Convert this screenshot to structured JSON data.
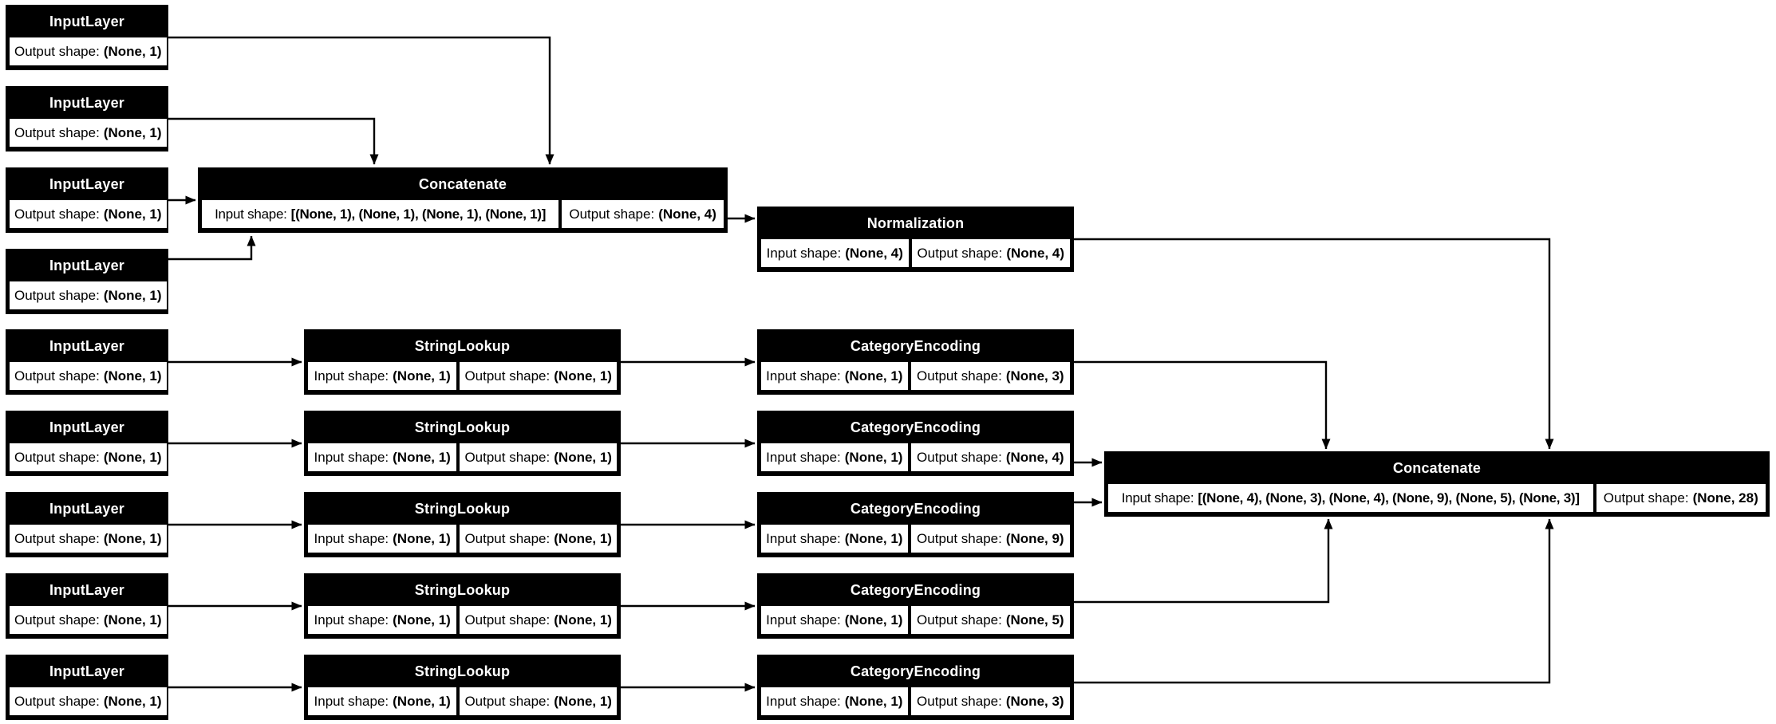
{
  "colors": {
    "background": "#ffffff",
    "node_fill": "#000000",
    "node_text": "#ffffff",
    "cell_fill": "#ffffff",
    "cell_text": "#000000",
    "edge": "#000000"
  },
  "nodes": {
    "inputs": [
      {
        "title": "InputLayer",
        "cells": [
          {
            "label": "Output shape:",
            "shape": "(None, 1)"
          }
        ]
      },
      {
        "title": "InputLayer",
        "cells": [
          {
            "label": "Output shape:",
            "shape": "(None, 1)"
          }
        ]
      },
      {
        "title": "InputLayer",
        "cells": [
          {
            "label": "Output shape:",
            "shape": "(None, 1)"
          }
        ]
      },
      {
        "title": "InputLayer",
        "cells": [
          {
            "label": "Output shape:",
            "shape": "(None, 1)"
          }
        ]
      },
      {
        "title": "InputLayer",
        "cells": [
          {
            "label": "Output shape:",
            "shape": "(None, 1)"
          }
        ]
      },
      {
        "title": "InputLayer",
        "cells": [
          {
            "label": "Output shape:",
            "shape": "(None, 1)"
          }
        ]
      },
      {
        "title": "InputLayer",
        "cells": [
          {
            "label": "Output shape:",
            "shape": "(None, 1)"
          }
        ]
      },
      {
        "title": "InputLayer",
        "cells": [
          {
            "label": "Output shape:",
            "shape": "(None, 1)"
          }
        ]
      },
      {
        "title": "InputLayer",
        "cells": [
          {
            "label": "Output shape:",
            "shape": "(None, 1)"
          }
        ]
      }
    ],
    "concat1": {
      "title": "Concatenate",
      "cells": [
        {
          "label": "Input shape:",
          "shape": "[(None, 1), (None, 1), (None, 1), (None, 1)]"
        },
        {
          "label": "Output shape:",
          "shape": "(None, 4)"
        }
      ]
    },
    "normalization": {
      "title": "Normalization",
      "cells": [
        {
          "label": "Input shape:",
          "shape": "(None, 4)"
        },
        {
          "label": "Output shape:",
          "shape": "(None, 4)"
        }
      ]
    },
    "string_lookups": [
      {
        "title": "StringLookup",
        "cells": [
          {
            "label": "Input shape:",
            "shape": "(None, 1)"
          },
          {
            "label": "Output shape:",
            "shape": "(None, 1)"
          }
        ]
      },
      {
        "title": "StringLookup",
        "cells": [
          {
            "label": "Input shape:",
            "shape": "(None, 1)"
          },
          {
            "label": "Output shape:",
            "shape": "(None, 1)"
          }
        ]
      },
      {
        "title": "StringLookup",
        "cells": [
          {
            "label": "Input shape:",
            "shape": "(None, 1)"
          },
          {
            "label": "Output shape:",
            "shape": "(None, 1)"
          }
        ]
      },
      {
        "title": "StringLookup",
        "cells": [
          {
            "label": "Input shape:",
            "shape": "(None, 1)"
          },
          {
            "label": "Output shape:",
            "shape": "(None, 1)"
          }
        ]
      },
      {
        "title": "StringLookup",
        "cells": [
          {
            "label": "Input shape:",
            "shape": "(None, 1)"
          },
          {
            "label": "Output shape:",
            "shape": "(None, 1)"
          }
        ]
      }
    ],
    "category_encodings": [
      {
        "title": "CategoryEncoding",
        "cells": [
          {
            "label": "Input shape:",
            "shape": "(None, 1)"
          },
          {
            "label": "Output shape:",
            "shape": "(None, 3)"
          }
        ]
      },
      {
        "title": "CategoryEncoding",
        "cells": [
          {
            "label": "Input shape:",
            "shape": "(None, 1)"
          },
          {
            "label": "Output shape:",
            "shape": "(None, 4)"
          }
        ]
      },
      {
        "title": "CategoryEncoding",
        "cells": [
          {
            "label": "Input shape:",
            "shape": "(None, 1)"
          },
          {
            "label": "Output shape:",
            "shape": "(None, 9)"
          }
        ]
      },
      {
        "title": "CategoryEncoding",
        "cells": [
          {
            "label": "Input shape:",
            "shape": "(None, 1)"
          },
          {
            "label": "Output shape:",
            "shape": "(None, 5)"
          }
        ]
      },
      {
        "title": "CategoryEncoding",
        "cells": [
          {
            "label": "Input shape:",
            "shape": "(None, 1)"
          },
          {
            "label": "Output shape:",
            "shape": "(None, 3)"
          }
        ]
      }
    ],
    "concat2": {
      "title": "Concatenate",
      "cells": [
        {
          "label": "Input shape:",
          "shape": "[(None, 4), (None, 3), (None, 4), (None, 9), (None, 5), (None, 3)]"
        },
        {
          "label": "Output shape:",
          "shape": "(None, 28)"
        }
      ]
    }
  }
}
